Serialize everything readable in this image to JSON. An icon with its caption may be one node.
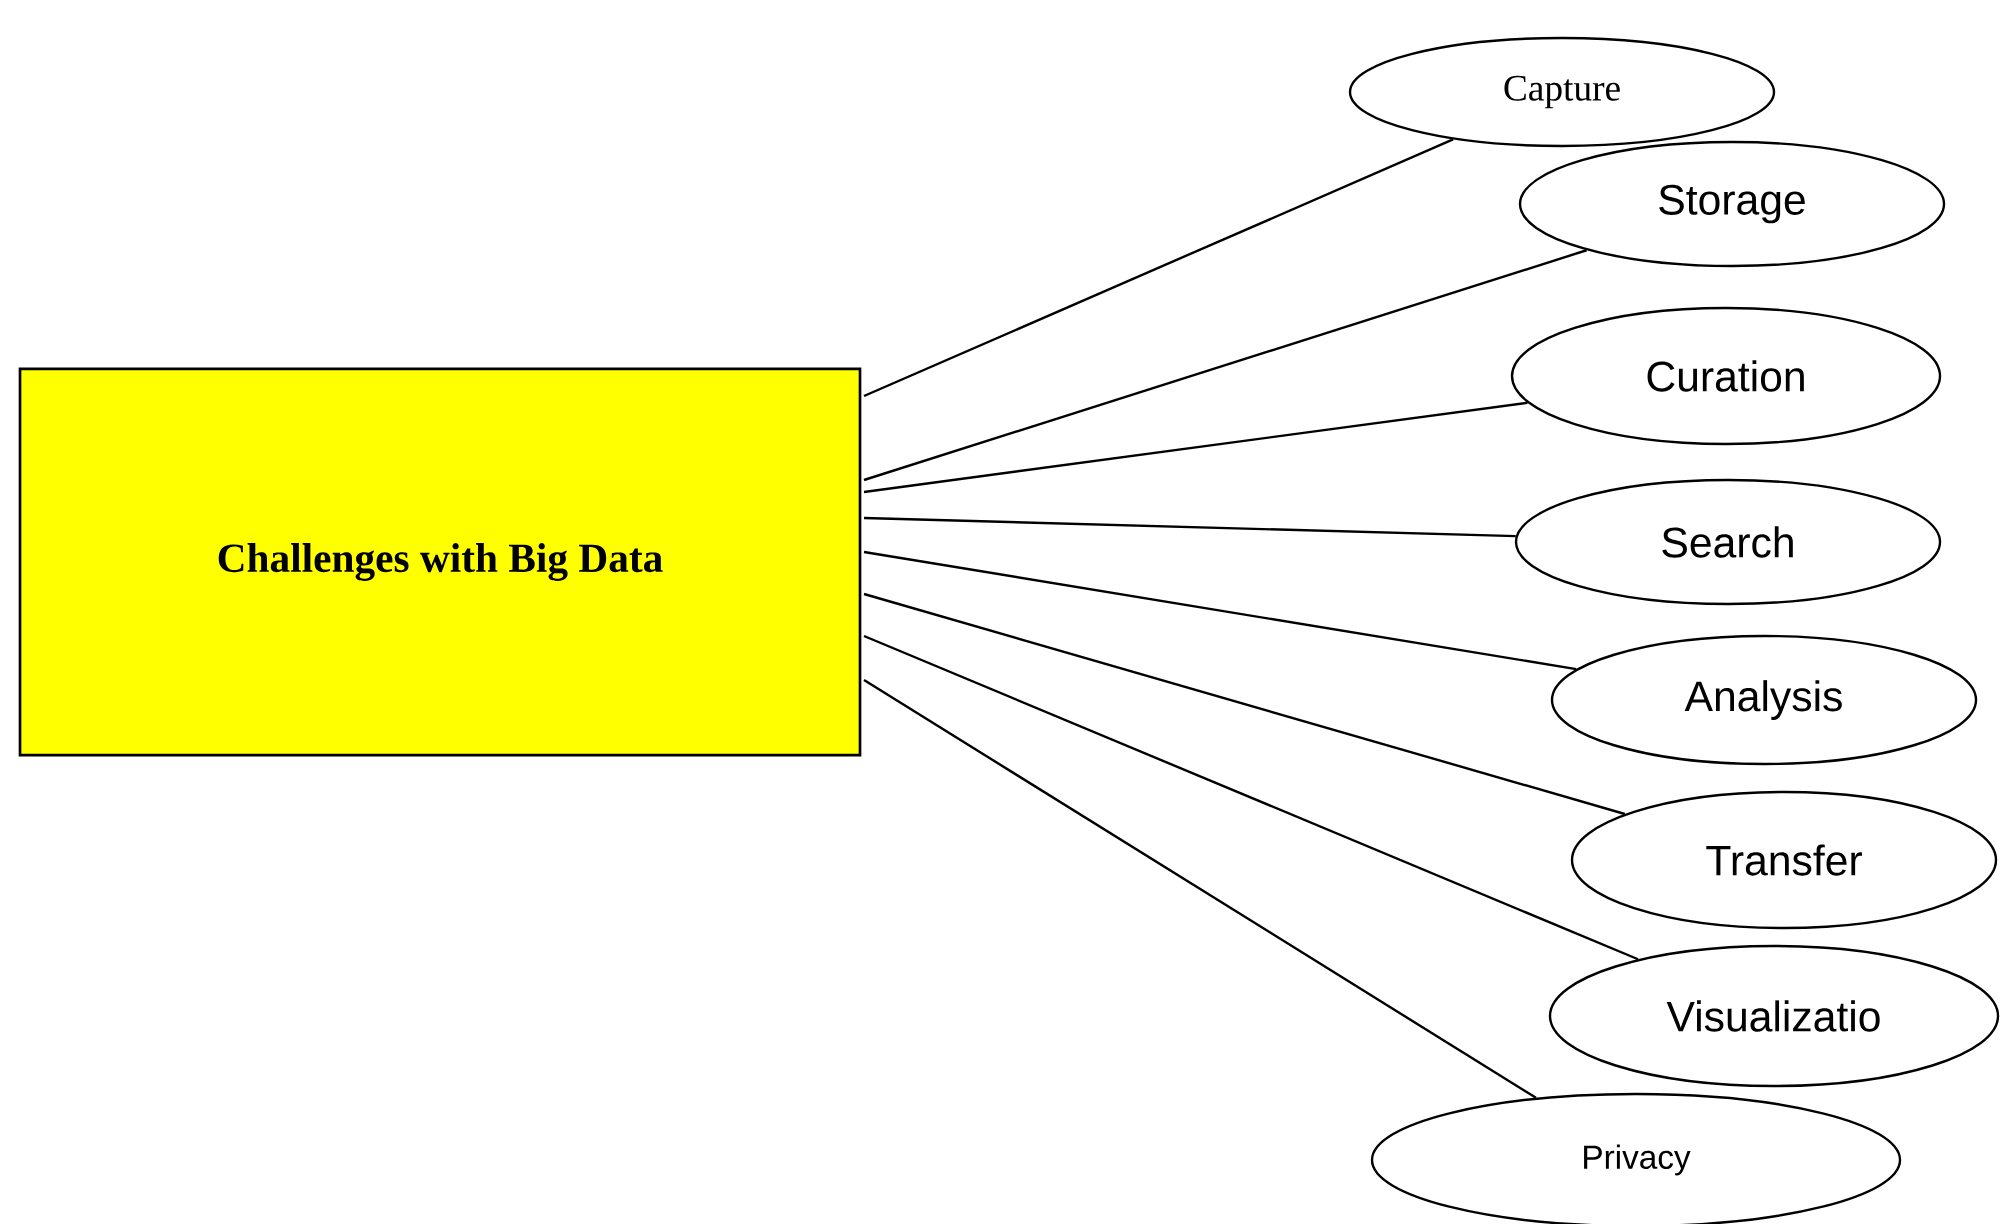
{
  "diagram": {
    "nodes": [
      {
        "text": [
          "Challenges with Big Data"
        ]
      },
      {
        "text": [
          "Capture"
        ]
      },
      {
        "text": [
          "Storage"
        ]
      },
      {
        "text": [
          "Curation"
        ]
      },
      {
        "text": [
          "Search"
        ]
      },
      {
        "text": [
          "Analysis"
        ]
      },
      {
        "text": [
          "Transfer"
        ]
      },
      {
        "text": [
          "Visualizatio"
        ]
      },
      {
        "text": [
          "Privacy"
        ]
      }
    ],
    "edges": [
      {
        "from": 0,
        "to": 1,
        "arrow": "none"
      },
      {
        "from": 0,
        "to": 2,
        "arrow": "none"
      },
      {
        "from": 0,
        "to": 3,
        "arrow": "none"
      },
      {
        "from": 0,
        "to": 4,
        "arrow": "none"
      },
      {
        "from": 0,
        "to": 5,
        "arrow": "none"
      },
      {
        "from": 0,
        "to": 6,
        "arrow": "none"
      },
      {
        "from": 0,
        "to": 7,
        "arrow": "none"
      },
      {
        "from": 0,
        "to": 8,
        "arrow": "none"
      }
    ]
  }
}
